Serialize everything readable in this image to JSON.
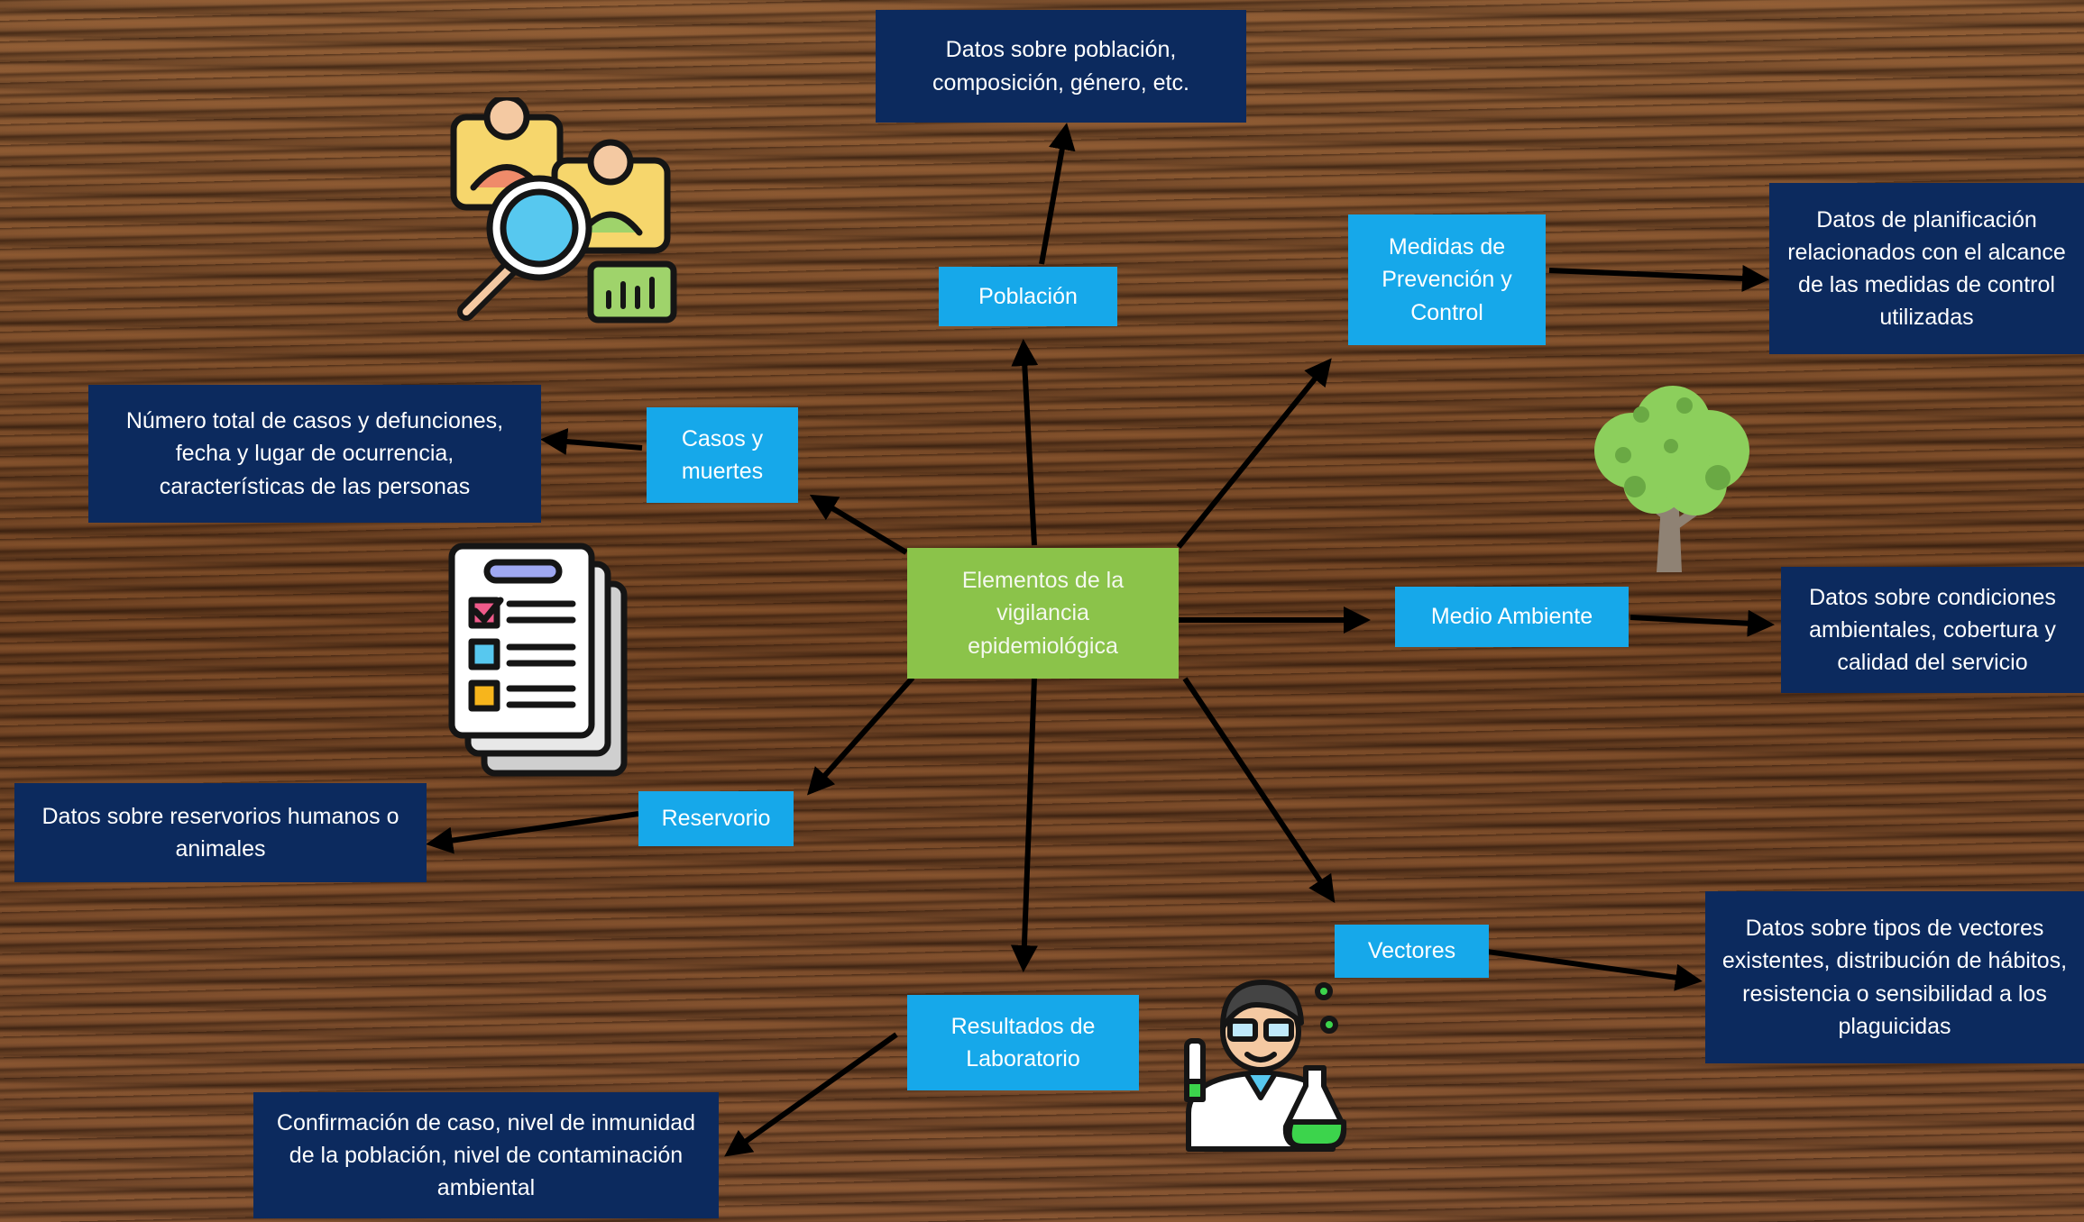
{
  "center": {
    "label": "Elementos de la vigilancia epidemiológica"
  },
  "nodes": {
    "poblacion": "Población",
    "casos": "Casos y muertes",
    "medidas": "Medidas de Prevención y Control",
    "medio": "Medio Ambiente",
    "reservorio": "Reservorio",
    "vectores": "Vectores",
    "laboratorio": "Resultados de Laboratorio"
  },
  "details": {
    "poblacion": "Datos sobre población, composición, género, etc.",
    "casos": "Número total de casos y defunciones, fecha y lugar de ocurrencia, características de las personas",
    "medidas": "Datos de planificación relacionados con el alcance de las medidas de control utilizadas",
    "medio": "Datos sobre condiciones ambientales, cobertura y calidad del servicio",
    "reservorio": "Datos sobre reservorios humanos o animales",
    "vectores": "Datos sobre tipos de vectores existentes, distribución de hábitos, resistencia o sensibilidad a los plaguicidas",
    "laboratorio": "Confirmación de caso, nivel de inmunidad de la población, nivel de contaminación ambiental"
  },
  "icons": [
    "people-search-icon",
    "checklist-icon",
    "tree-icon",
    "scientist-icon"
  ],
  "colors": {
    "center_fill": "#8bc34a",
    "node_fill": "#16a8ea",
    "detail_fill": "#0c2a5e",
    "arrow": "#000000"
  }
}
